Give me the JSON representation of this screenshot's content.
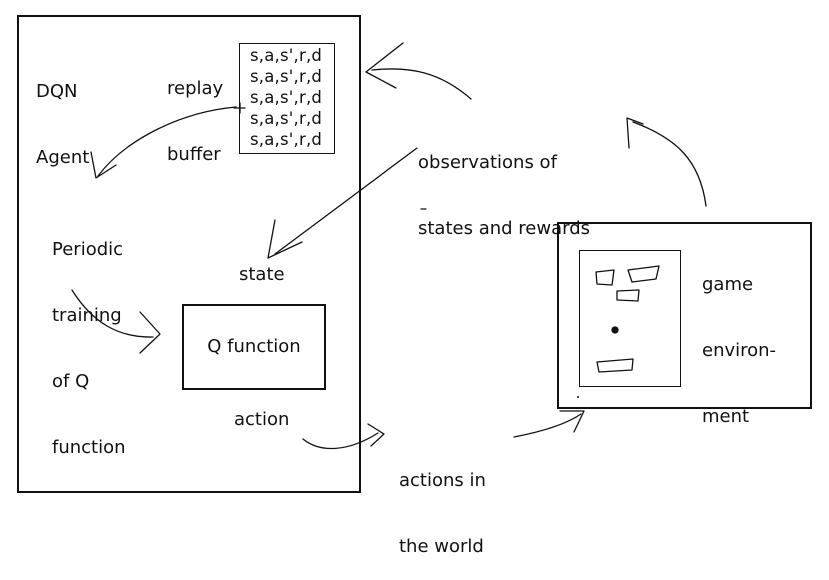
{
  "agent": {
    "title_lines": [
      "DQN",
      "Agent"
    ]
  },
  "replay_buffer": {
    "label_lines": [
      "replay",
      "buffer"
    ],
    "entries": [
      "s,a,s',r,d",
      "s,a,s',r,d",
      "s,a,s',r,d",
      "s,a,s',r,d",
      "s,a,s',r,d"
    ]
  },
  "training": {
    "label_lines": [
      "Periodic",
      "training",
      "of Q",
      "function"
    ]
  },
  "state_label": "state",
  "q_function_label": "Q function",
  "action_label": "action",
  "observations": {
    "label_lines": [
      "observations of",
      "states and rewards"
    ]
  },
  "actions_world": {
    "label_lines": [
      "actions in",
      "the world"
    ]
  },
  "game": {
    "label_lines": [
      "game",
      "environ-",
      "ment"
    ]
  },
  "colors": {
    "ink": "#111111",
    "background": "#ffffff"
  }
}
